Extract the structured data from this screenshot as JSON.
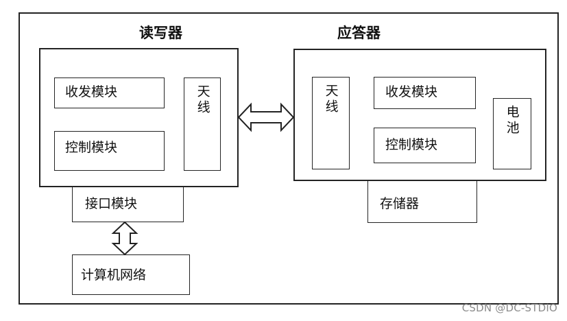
{
  "reader": {
    "title": "读写器",
    "transceiver": "收发模块",
    "control": "控制模块",
    "antenna": "天线",
    "interface": "接口模块",
    "network": "计算机网络"
  },
  "transponder": {
    "title": "应答器",
    "antenna": "天线",
    "transceiver": "收发模块",
    "control": "控制模块",
    "battery": "电池",
    "storage": "存储器"
  },
  "watermark": "CSDN @DC-STDIO"
}
